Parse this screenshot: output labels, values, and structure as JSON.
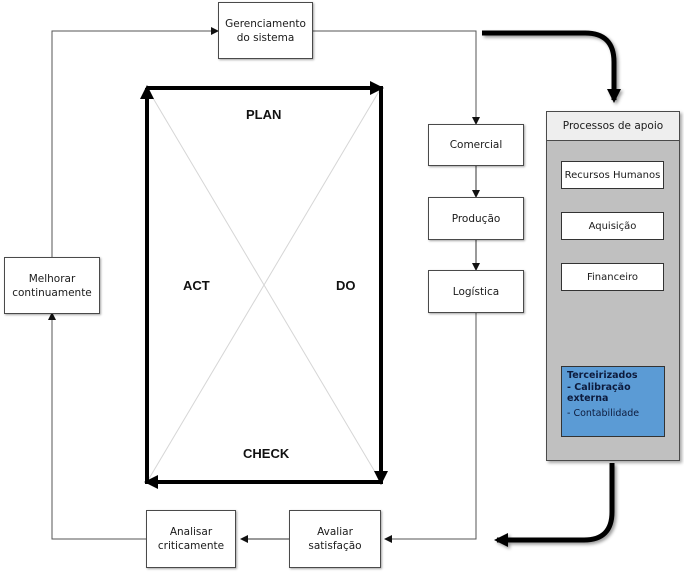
{
  "diagram": {
    "pdca": {
      "plan": "PLAN",
      "do": "DO",
      "check": "CHECK",
      "act": "ACT"
    },
    "process_boxes": {
      "gerenciamento": "Gerenciamento do sistema",
      "comercial": "Comercial",
      "producao": "Produção",
      "logistica": "Logística",
      "avaliar": "Avaliar satisfação",
      "analisar": "Analisar criticamente",
      "melhorar": "Melhorar continuamente"
    },
    "support_panel": {
      "title": "Processos de apoio",
      "items": [
        "Recursos Humanos",
        "Aquisição",
        "Financeiro"
      ],
      "outsourced": {
        "title": "Terceirizados",
        "items": [
          "- Calibração externa",
          "- Contabilidade"
        ]
      }
    },
    "colors": {
      "panel_gray": "#c0c0c0",
      "panel_header": "#eeeeee",
      "outsourced_blue": "#5b9bd5",
      "arrow_black": "#000000"
    }
  }
}
